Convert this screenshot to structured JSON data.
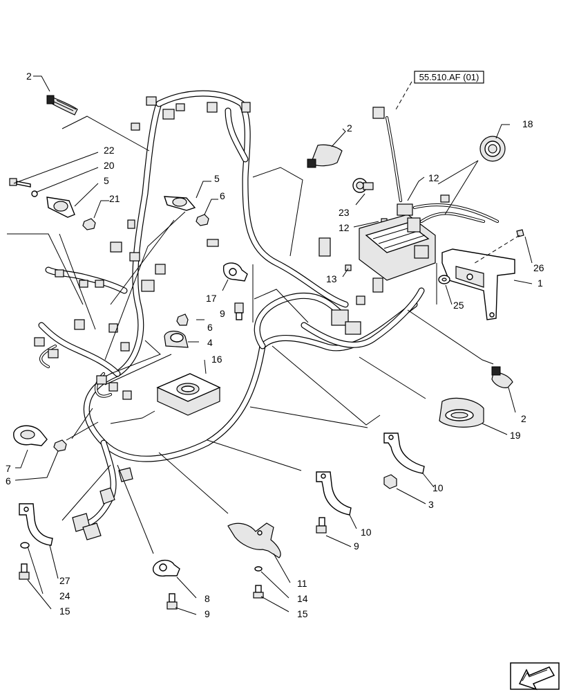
{
  "reference_label": "55.510.AF (01)",
  "callouts": [
    {
      "id": "c-2a",
      "text": "2"
    },
    {
      "id": "c-22",
      "text": "22"
    },
    {
      "id": "c-20",
      "text": "20"
    },
    {
      "id": "c-5a",
      "text": "5"
    },
    {
      "id": "c-21",
      "text": "21"
    },
    {
      "id": "c-5b",
      "text": "5"
    },
    {
      "id": "c-6a",
      "text": "6"
    },
    {
      "id": "c-2b",
      "text": "2"
    },
    {
      "id": "c-18",
      "text": "18"
    },
    {
      "id": "c-12a",
      "text": "12"
    },
    {
      "id": "c-23",
      "text": "23"
    },
    {
      "id": "c-12b",
      "text": "12"
    },
    {
      "id": "c-26",
      "text": "26"
    },
    {
      "id": "c-13",
      "text": "13"
    },
    {
      "id": "c-1",
      "text": "1"
    },
    {
      "id": "c-25",
      "text": "25"
    },
    {
      "id": "c-17",
      "text": "17"
    },
    {
      "id": "c-9a",
      "text": "9"
    },
    {
      "id": "c-6b",
      "text": "6"
    },
    {
      "id": "c-4",
      "text": "4"
    },
    {
      "id": "c-16",
      "text": "16"
    },
    {
      "id": "c-2c",
      "text": "2"
    },
    {
      "id": "c-19",
      "text": "19"
    },
    {
      "id": "c-7",
      "text": "7"
    },
    {
      "id": "c-6c",
      "text": "6"
    },
    {
      "id": "c-10a",
      "text": "10"
    },
    {
      "id": "c-3",
      "text": "3"
    },
    {
      "id": "c-10b",
      "text": "10"
    },
    {
      "id": "c-9b",
      "text": "9"
    },
    {
      "id": "c-27",
      "text": "27"
    },
    {
      "id": "c-24",
      "text": "24"
    },
    {
      "id": "c-15a",
      "text": "15"
    },
    {
      "id": "c-8",
      "text": "8"
    },
    {
      "id": "c-9c",
      "text": "9"
    },
    {
      "id": "c-11",
      "text": "11"
    },
    {
      "id": "c-14",
      "text": "14"
    },
    {
      "id": "c-15b",
      "text": "15"
    }
  ],
  "icons": {
    "navigation": "back-arrow-icon"
  }
}
